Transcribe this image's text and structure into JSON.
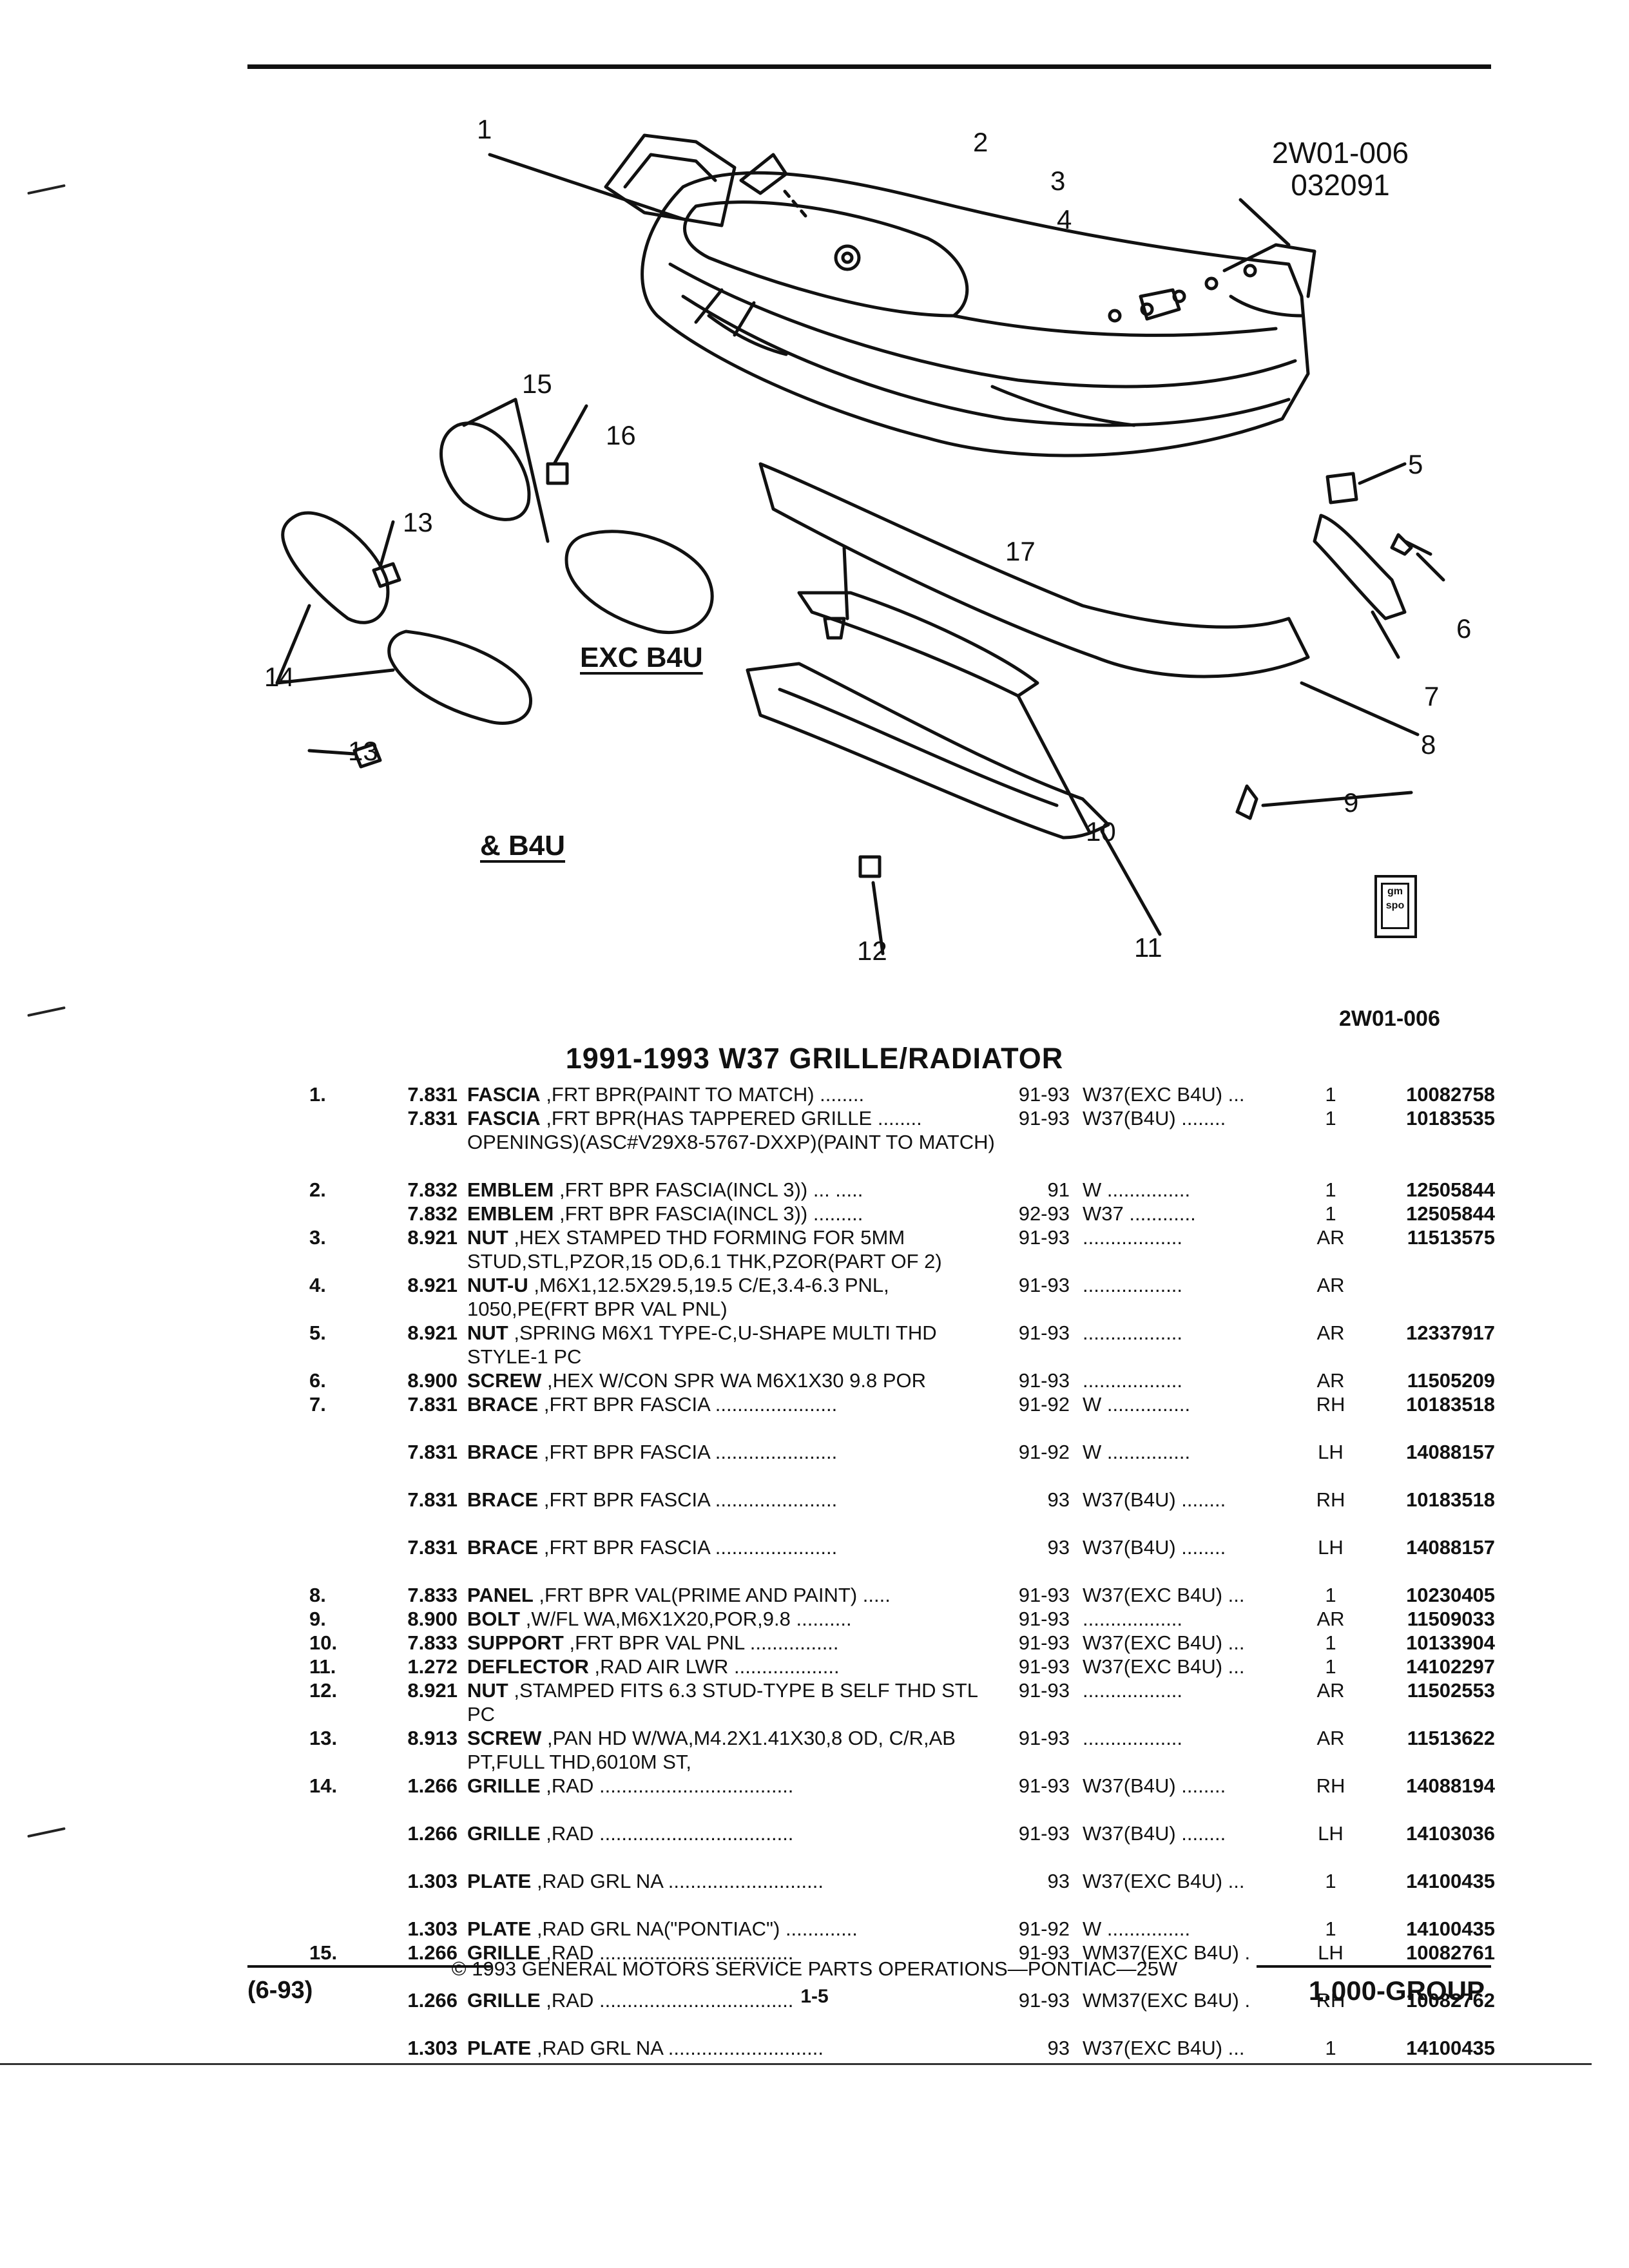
{
  "header": {
    "illustration_code": "2W01-006",
    "date_code": "032091"
  },
  "diagram": {
    "callouts": [
      "1",
      "2",
      "3",
      "4",
      "5",
      "6",
      "7",
      "8",
      "9",
      "10",
      "11",
      "12",
      "13",
      "13",
      "14",
      "15",
      "16",
      "17"
    ],
    "conditions": [
      "EXC B4U",
      "& B4U"
    ],
    "logo_text": [
      "gm",
      "spo"
    ],
    "figure_id": "2W01-006"
  },
  "section": {
    "title": "1991-1993 W37 GRILLE/RADIATOR"
  },
  "parts": [
    {
      "ref": "1.",
      "cat": "7.831",
      "name": "FASCIA",
      "desc": ",FRT BPR(PAINT TO MATCH)  ........",
      "years": "91-93",
      "model": "W37(EXC B4U)  ...",
      "qty": "1",
      "partno": "10082758"
    },
    {
      "ref": "",
      "cat": "7.831",
      "name": "FASCIA",
      "desc": ",FRT BPR(HAS TAPPERED GRILLE  ........ OPENINGS)(ASC#V29X8-5767-DXXP)(PAINT TO MATCH)",
      "years": "91-93",
      "model": "W37(B4U)  ........",
      "qty": "1",
      "partno": "10183535"
    },
    {
      "ref": "2.",
      "cat": "7.832",
      "name": "EMBLEM",
      "desc": ",FRT BPR FASCIA(INCL 3))  ...  .....",
      "years": "91",
      "model": "W  ...............",
      "qty": "1",
      "partno": "12505844"
    },
    {
      "ref": "",
      "cat": "7.832",
      "name": "EMBLEM",
      "desc": ",FRT BPR FASCIA(INCL 3))  .........",
      "years": "92-93",
      "model": "W37  ............",
      "qty": "1",
      "partno": "12505844"
    },
    {
      "ref": "3.",
      "cat": "8.921",
      "name": "NUT",
      "desc": ",HEX STAMPED THD FORMING FOR 5MM STUD,STL,PZOR,15 OD,6.1 THK,PZOR(PART OF 2)",
      "years": "91-93",
      "model": "..................",
      "qty": "AR",
      "partno": "11513575"
    },
    {
      "ref": "4.",
      "cat": "8.921",
      "name": "NUT-U",
      "desc": ",M6X1,12.5X29.5,19.5 C/E,3.4-6.3 PNL, 1050,PE(FRT BPR VAL PNL)",
      "years": "91-93",
      "model": "..................",
      "qty": "AR",
      "partno": ""
    },
    {
      "ref": "5.",
      "cat": "8.921",
      "name": "NUT",
      "desc": ",SPRING M6X1 TYPE-C,U-SHAPE MULTI THD STYLE-1 PC",
      "years": "91-93",
      "model": "..................",
      "qty": "AR",
      "partno": "12337917"
    },
    {
      "ref": "6.",
      "cat": "8.900",
      "name": "SCREW",
      "desc": ",HEX W/CON SPR WA M6X1X30 9.8 POR",
      "years": "91-93",
      "model": "..................",
      "qty": "AR",
      "partno": "11505209"
    },
    {
      "ref": "7.",
      "cat": "7.831",
      "name": "BRACE",
      "desc": ",FRT BPR FASCIA  ......................",
      "years": "91-92",
      "model": "W  ...............",
      "qty": "RH",
      "partno": "10183518"
    },
    {
      "ref": "",
      "cat": "7.831",
      "name": "BRACE",
      "desc": ",FRT BPR FASCIA  ......................",
      "years": "91-92",
      "model": "W  ...............",
      "qty": "LH",
      "partno": "14088157"
    },
    {
      "ref": "",
      "cat": "7.831",
      "name": "BRACE",
      "desc": ",FRT BPR FASCIA  ......................",
      "years": "93",
      "model": "W37(B4U)  ........",
      "qty": "RH",
      "partno": "10183518"
    },
    {
      "ref": "",
      "cat": "7.831",
      "name": "BRACE",
      "desc": ",FRT BPR FASCIA  ......................",
      "years": "93",
      "model": "W37(B4U)  ........",
      "qty": "LH",
      "partno": "14088157"
    },
    {
      "ref": "8.",
      "cat": "7.833",
      "name": "PANEL",
      "desc": ",FRT BPR VAL(PRIME AND PAINT)  .....",
      "years": "91-93",
      "model": "W37(EXC B4U)  ...",
      "qty": "1",
      "partno": "10230405"
    },
    {
      "ref": "9.",
      "cat": "8.900",
      "name": "BOLT",
      "desc": ",W/FL WA,M6X1X20,POR,9.8  ..........",
      "years": "91-93",
      "model": "..................",
      "qty": "AR",
      "partno": "11509033"
    },
    {
      "ref": "10.",
      "cat": "7.833",
      "name": "SUPPORT",
      "desc": ",FRT BPR VAL PNL  ................",
      "years": "91-93",
      "model": "W37(EXC B4U)  ...",
      "qty": "1",
      "partno": "10133904"
    },
    {
      "ref": "11.",
      "cat": "1.272",
      "name": "DEFLECTOR",
      "desc": ",RAD AIR LWR  ...................",
      "years": "91-93",
      "model": "W37(EXC B4U)  ...",
      "qty": "1",
      "partno": "14102297"
    },
    {
      "ref": "12.",
      "cat": "8.921",
      "name": "NUT",
      "desc": ",STAMPED FITS 6.3 STUD-TYPE B SELF THD STL PC",
      "years": "91-93",
      "model": "..................",
      "qty": "AR",
      "partno": "11502553"
    },
    {
      "ref": "13.",
      "cat": "8.913",
      "name": "SCREW",
      "desc": ",PAN HD W/WA,M4.2X1.41X30,8 OD, C/R,AB PT,FULL THD,6010M ST,",
      "years": "91-93",
      "model": "..................",
      "qty": "AR",
      "partno": "11513622"
    },
    {
      "ref": "14.",
      "cat": "1.266",
      "name": "GRILLE",
      "desc": ",RAD  ...................................",
      "years": "91-93",
      "model": "W37(B4U)  ........",
      "qty": "RH",
      "partno": "14088194"
    },
    {
      "ref": "",
      "cat": "1.266",
      "name": "GRILLE",
      "desc": ",RAD  ...................................",
      "years": "91-93",
      "model": "W37(B4U)  ........",
      "qty": "LH",
      "partno": "14103036"
    },
    {
      "ref": "",
      "cat": "1.303",
      "name": "PLATE",
      "desc": ",RAD GRL NA  ............................",
      "years": "93",
      "model": "W37(EXC B4U)  ...",
      "qty": "1",
      "partno": "14100435"
    },
    {
      "ref": "",
      "cat": "1.303",
      "name": "PLATE",
      "desc": ",RAD GRL NA(\"PONTIAC\")  .............",
      "years": "91-92",
      "model": "W  ...............",
      "qty": "1",
      "partno": "14100435"
    },
    {
      "ref": "15.",
      "cat": "1.266",
      "name": "GRILLE",
      "desc": ",RAD  ...................................",
      "years": "91-93",
      "model": "WM37(EXC B4U)  .",
      "qty": "LH",
      "partno": "10082761"
    },
    {
      "ref": "",
      "cat": "1.266",
      "name": "GRILLE",
      "desc": ",RAD  ...................................",
      "years": "91-93",
      "model": "WM37(EXC B4U)  .",
      "qty": "RH",
      "partno": "10082762"
    },
    {
      "ref": "",
      "cat": "1.303",
      "name": "PLATE",
      "desc": ",RAD GRL NA  ............................",
      "years": "93",
      "model": "W37(EXC B4U)  ...",
      "qty": "1",
      "partno": "14100435"
    }
  ],
  "footer": {
    "copyright": "© 1993 GENERAL MOTORS SERVICE PARTS OPERATIONS—PONTIAC—25W",
    "revision": "(6-93)",
    "page": "1-5",
    "group": "1.000-GROUP"
  }
}
